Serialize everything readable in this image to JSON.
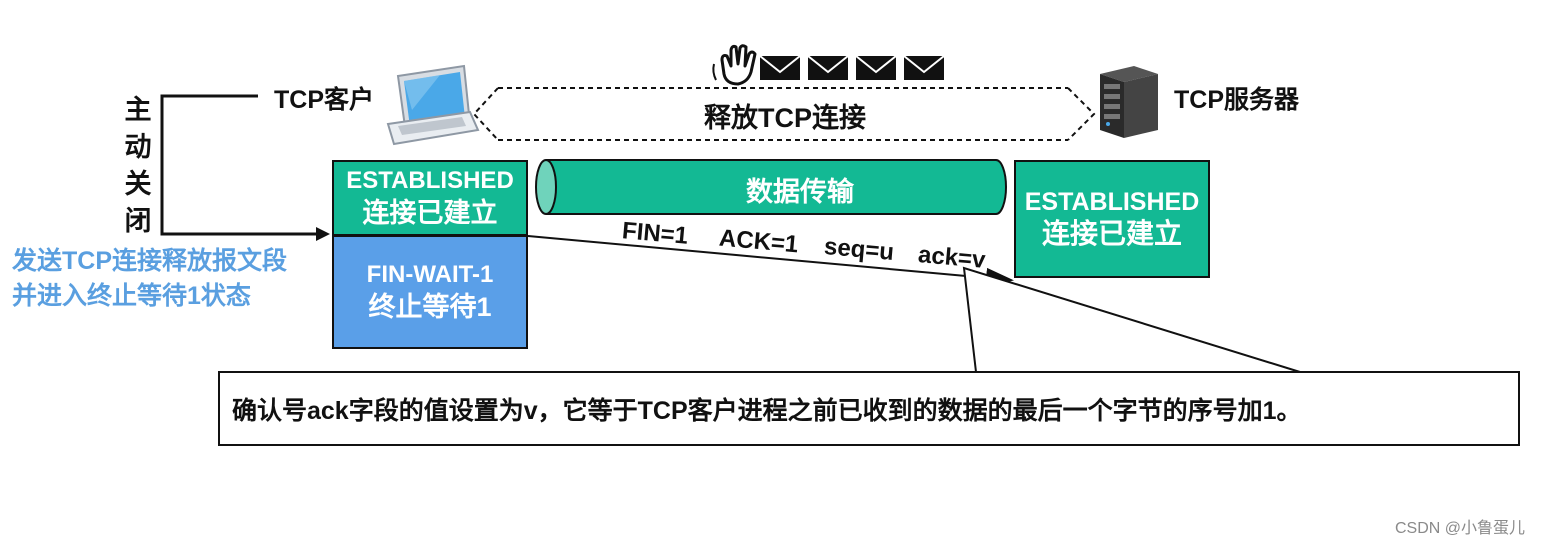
{
  "diagram": {
    "active_close_chars": [
      "主",
      "动",
      "关",
      "闭"
    ],
    "client_label": "TCP客户",
    "server_label": "TCP服务器",
    "release_label": "释放TCP连接",
    "send_text": [
      "发送TCP连接释放报文段",
      "并进入终止等待1状态"
    ],
    "client_established": {
      "en": "ESTABLISHED",
      "zh": "连接已建立"
    },
    "client_fin_wait": {
      "en": "FIN-WAIT-1",
      "zh": "终止等待1"
    },
    "server_established": {
      "en": "ESTABLISHED",
      "zh": "连接已建立"
    },
    "pipe_label": "数据传输",
    "segment_fields": [
      "FIN=1",
      "ACK=1",
      "seq=u",
      "ack=v"
    ],
    "note": "确认号ack字段的值设置为v，它等于TCP客户进程之前已收到的数据的最后一个字节的序号加1。",
    "colors": {
      "established": "#13b994",
      "fin_wait": "#5a9fe8",
      "send_text": "#5a9fe0"
    },
    "icons": [
      "laptop-icon",
      "server-icon",
      "waving-hand-icon",
      "envelope-icon"
    ]
  },
  "watermark": "CSDN @小鲁蛋儿"
}
